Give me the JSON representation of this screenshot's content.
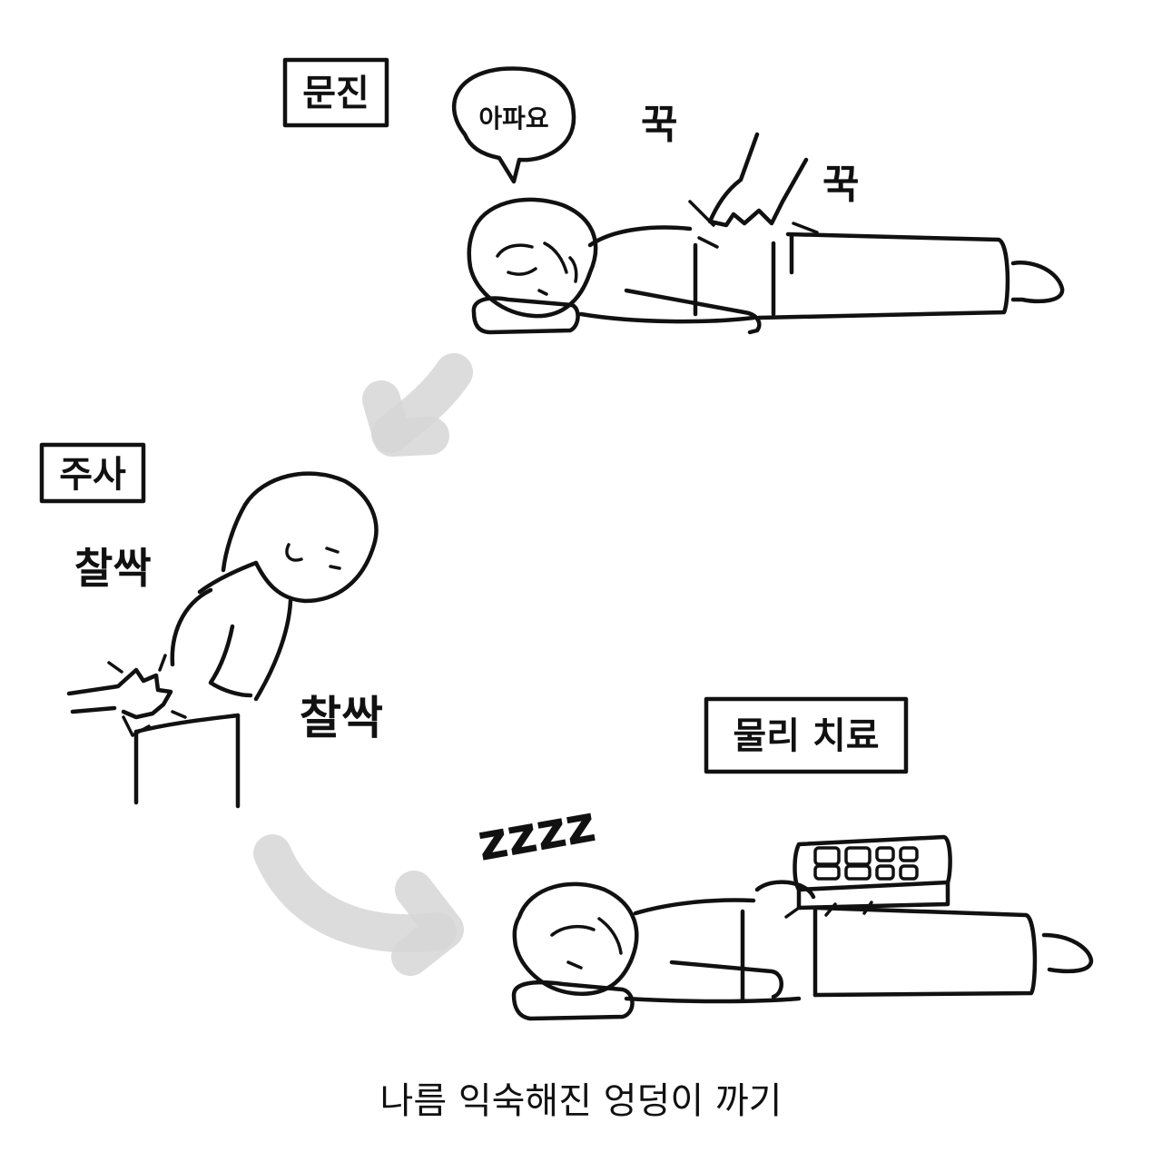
{
  "scenes": {
    "consultation": {
      "label": "문진",
      "speech": "아파요",
      "sfx_1": "꾹",
      "sfx_2": "꾹"
    },
    "injection": {
      "label": "주사",
      "sfx_1": "찰싹",
      "sfx_2": "찰싹"
    },
    "physical_therapy": {
      "label": "물리 치료",
      "sleep_sfx": "zzzz"
    }
  },
  "caption": "나름 익숙해진 엉덩이 까기",
  "colors": {
    "ink": "#111111",
    "arrow_wash": "#d6d6d6",
    "background": "#ffffff"
  },
  "icons": [
    "down-left-arrow",
    "down-right-arrow",
    "therapy-machine",
    "hand"
  ]
}
